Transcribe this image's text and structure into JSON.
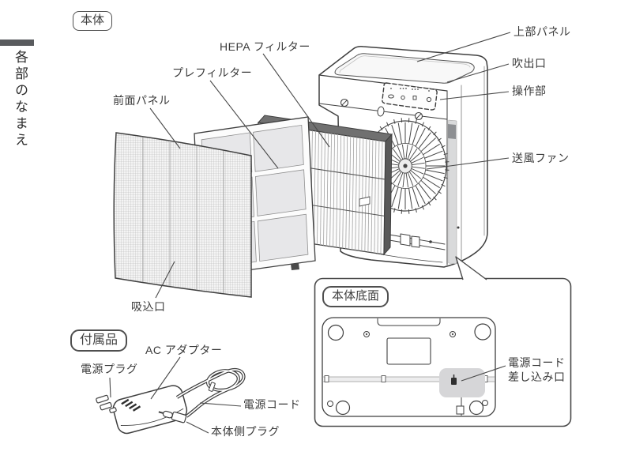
{
  "sidebar": {
    "title": "各部のなまえ"
  },
  "tags": {
    "main_unit": "本体",
    "accessories": "付属品",
    "bottom_view": "本体底面"
  },
  "labels": {
    "hepa_filter": "HEPA フィルター",
    "pre_filter": "プレフィルター",
    "front_panel": "前面パネル",
    "top_panel": "上部パネル",
    "air_outlet": "吹出口",
    "control_panel": "操作部",
    "blower_fan": "送風ファン",
    "air_intake": "吸込口",
    "ac_adapter": "AC アダプター",
    "power_plug": "電源プラグ",
    "power_cord": "電源コード",
    "unit_side_plug": "本体側プラグ",
    "power_cord_socket_line1": "電源コード",
    "power_cord_socket_line2": "差し込み口"
  },
  "colors": {
    "line_art": "#3f3f3f",
    "label_text": "#3a3a3a",
    "section_marker_bar": "#595b5e",
    "filter_pane_fill": "#e7e7e9",
    "socket_fill": "#d6d6d8"
  }
}
